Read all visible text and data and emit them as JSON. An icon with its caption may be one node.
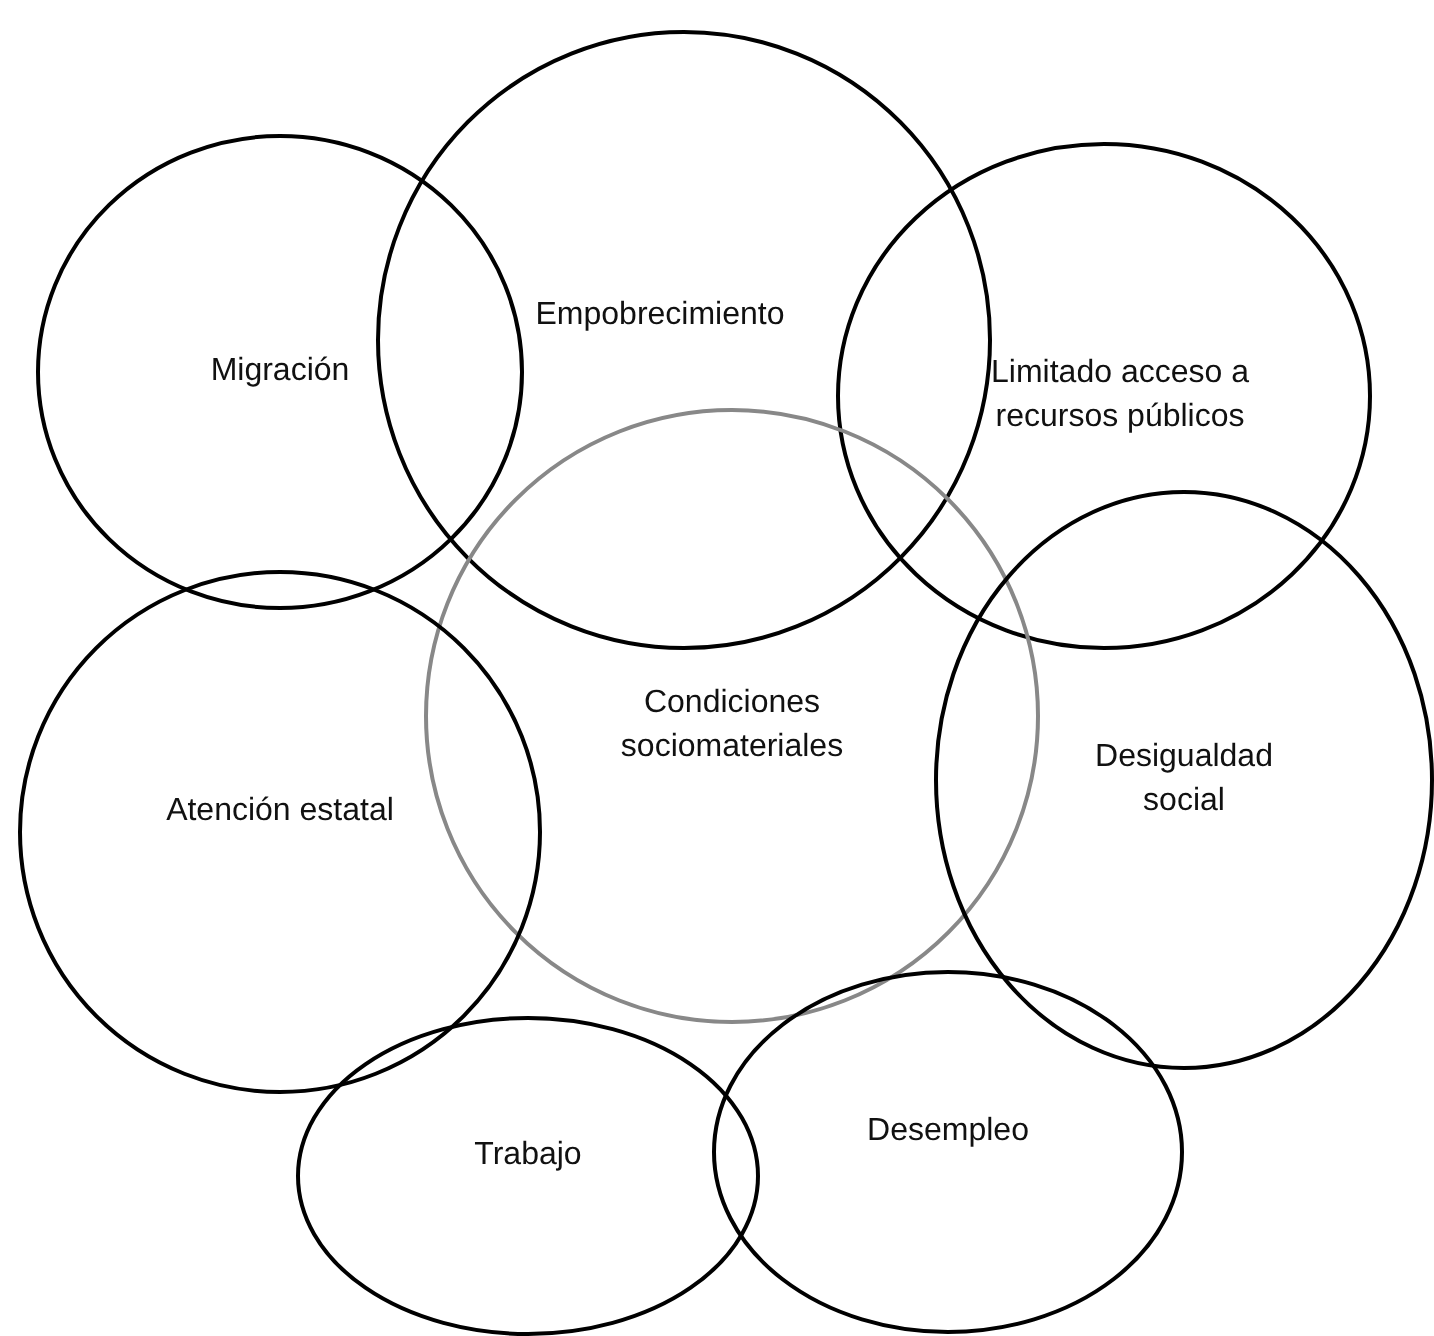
{
  "diagram": {
    "nodes": [
      {
        "text": [
          "Empobrecimiento"
        ]
      },
      {
        "text": [
          "Limitado acceso a recursos públicos"
        ]
      },
      {
        "text": [
          "Migración"
        ]
      },
      {
        "text": [
          "Condiciones sociomateriales"
        ]
      },
      {
        "text": [
          "Desigualdad social"
        ]
      },
      {
        "text": [
          "Atención estatal"
        ]
      },
      {
        "text": [
          "Desempleo"
        ]
      },
      {
        "text": [
          "Trabajo"
        ]
      }
    ]
  }
}
